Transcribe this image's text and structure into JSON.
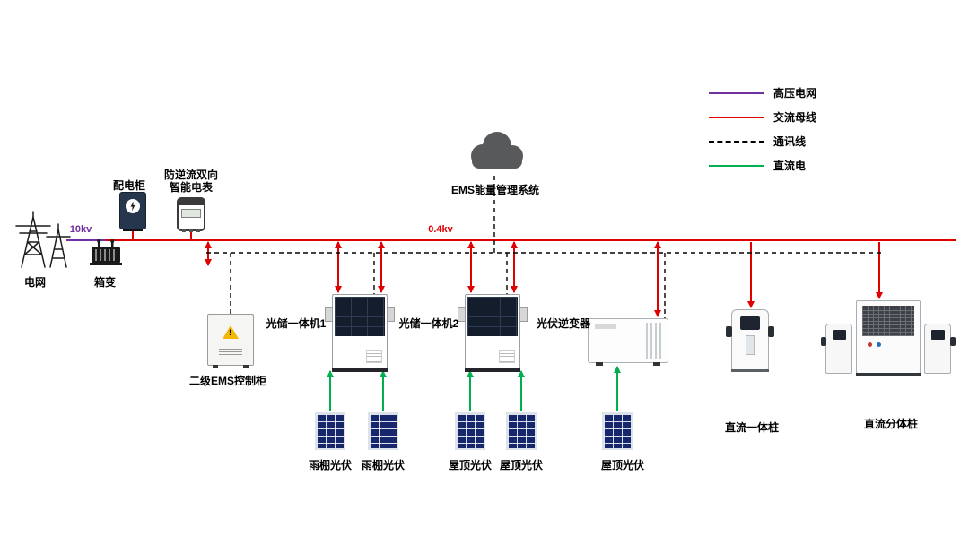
{
  "legend": {
    "items": [
      {
        "label": "高压电网",
        "color": "#7030a0",
        "style": "solid"
      },
      {
        "label": "交流母线",
        "color": "#e00000",
        "style": "solid"
      },
      {
        "label": "通讯线",
        "color": "#000000",
        "style": "dashed"
      },
      {
        "label": "直流电",
        "color": "#00b050",
        "style": "solid"
      }
    ]
  },
  "nodes": {
    "grid": "电网",
    "box_transformer": "箱变",
    "distribution_cabinet": "配电柜",
    "smart_meter_line1": "防逆流双向",
    "smart_meter_line2": "智能电表",
    "ems_cloud": "EMS能量管理系统",
    "ems_cabinet": "二级EMS控制柜",
    "pv_storage_1": "光储一体机1",
    "pv_storage_2": "光储一体机2",
    "pv_inverter": "光伏逆变器",
    "dc_pile_integrated": "直流一体桩",
    "dc_pile_split": "直流分体桩",
    "canopy_pv_1": "雨棚光伏",
    "canopy_pv_2": "雨棚光伏",
    "roof_pv_1": "屋顶光伏",
    "roof_pv_2": "屋顶光伏",
    "roof_pv_3": "屋顶光伏"
  },
  "voltages": {
    "hv": "10kv",
    "lv": "0.4kv"
  },
  "colors": {
    "hv_line": "#7030a0",
    "ac_bus": "#e00000",
    "comm_line": "#000000",
    "dc_line": "#00b050"
  }
}
